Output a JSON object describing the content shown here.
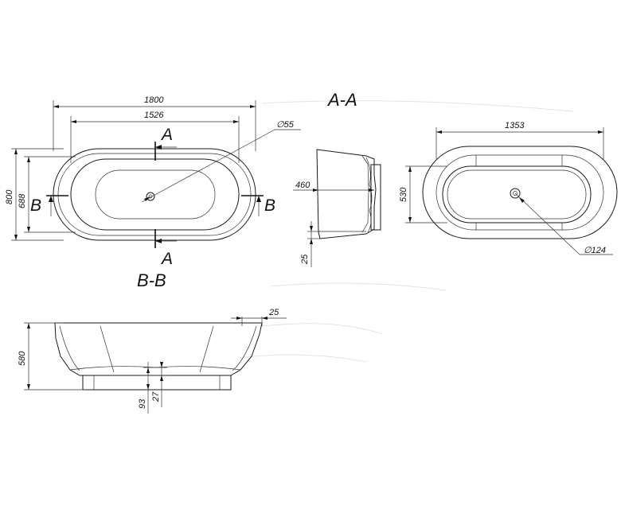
{
  "section_labels": {
    "aa_title": "A-A",
    "bb_title": "B-B",
    "a_top": "A",
    "a_bottom": "A",
    "b_left": "B",
    "b_right": "B"
  },
  "dimensions": {
    "overall_length": "1800",
    "inner_length": "1526",
    "overall_width": "800",
    "inner_width": "688",
    "drain_diameter": "55",
    "side_height": "460",
    "base_height_side": "25",
    "bottom_inner_length": "1353",
    "bottom_inner_width": "530",
    "bottom_drain_diameter": "124",
    "rim_thickness": "25",
    "total_height": "580",
    "base_height": "93",
    "floor_thickness": "27"
  },
  "symbols": {
    "diameter": "∅"
  }
}
